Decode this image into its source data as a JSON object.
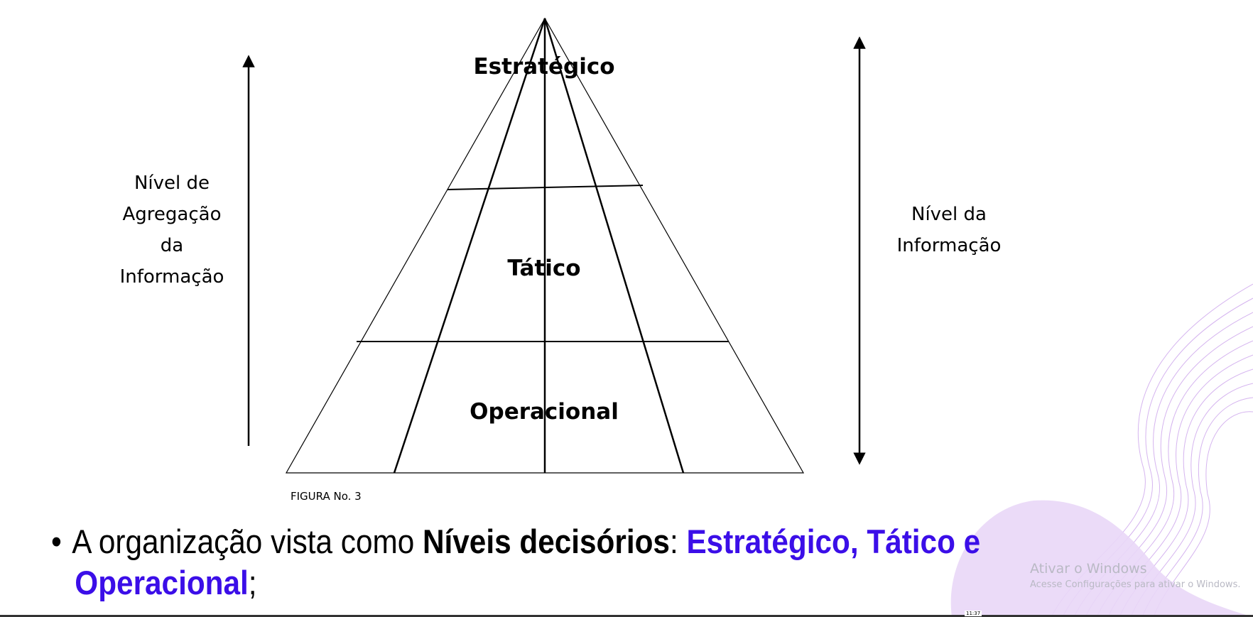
{
  "diagram": {
    "levels": {
      "strategic": "Estratégico",
      "tactical": "Tático",
      "operational": "Operacional"
    },
    "left_axis_label": [
      "Nível de",
      "Agregação",
      "da",
      "Informação"
    ],
    "right_axis_label": [
      "Nível da",
      "Informação"
    ],
    "caption": "FIGURA No. 3"
  },
  "bullet": {
    "bullet_char": "•",
    "text_intro": "A organização vista como ",
    "text_bold": "Níveis decisórios",
    "text_colon": ": ",
    "text_accent_1": "Estratégico, Tático e",
    "text_accent_2": "Operacional",
    "text_end": ";"
  },
  "watermark": {
    "title": "Ativar o Windows",
    "subtitle": "Acesse Configurações para ativar o Windows."
  },
  "taskbar": {
    "clock": "11:37"
  },
  "colors": {
    "accent": "#3b0ee8",
    "decor": "#b77ce6"
  }
}
